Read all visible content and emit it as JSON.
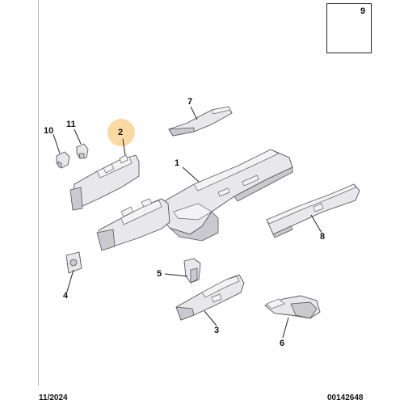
{
  "callouts": {
    "c1": "1",
    "c2": "2",
    "c3": "3",
    "c4": "4",
    "c5": "5",
    "c6": "6",
    "c7": "7",
    "c8": "8",
    "c9": "9",
    "c10": "10",
    "c11": "11"
  },
  "highlighted_part": "2",
  "highlight_color": "#fbd9a3",
  "footer": {
    "date": "11/2024",
    "reference": "00142648"
  }
}
